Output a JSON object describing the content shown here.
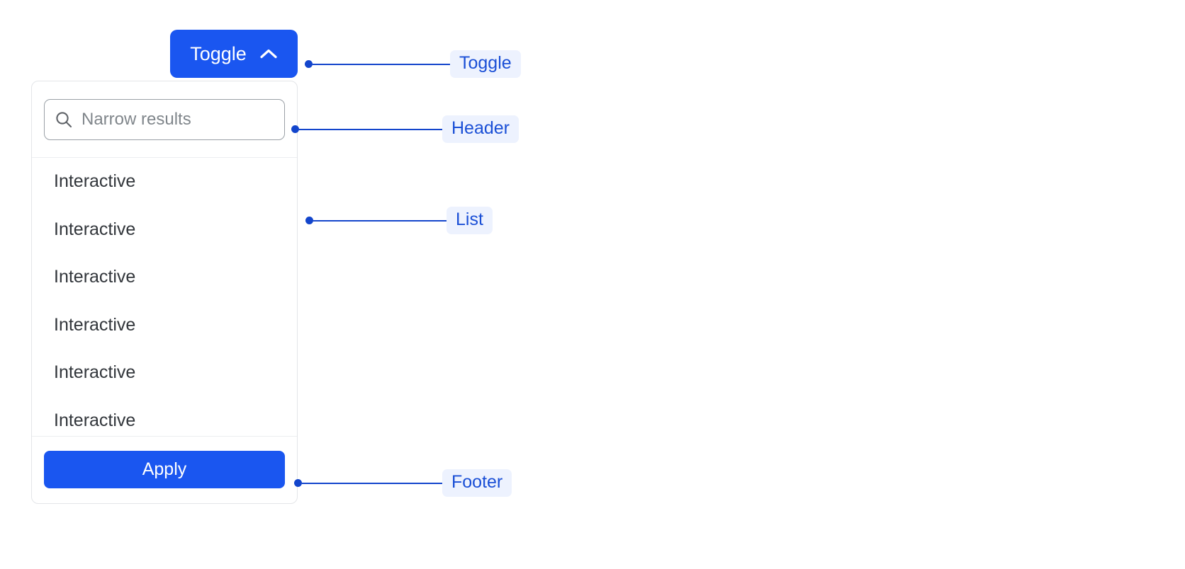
{
  "toggle": {
    "label": "Toggle",
    "icon": "chevron-up-icon",
    "background_color": "#1a56f0",
    "text_color": "#ffffff"
  },
  "panel": {
    "header": {
      "search": {
        "icon": "search-icon",
        "placeholder": "Narrow results",
        "value": ""
      }
    },
    "list": {
      "items": [
        {
          "label": "Interactive"
        },
        {
          "label": "Interactive"
        },
        {
          "label": "Interactive"
        },
        {
          "label": "Interactive"
        },
        {
          "label": "Interactive"
        },
        {
          "label": "Interactive"
        }
      ]
    },
    "footer": {
      "apply_label": "Apply",
      "apply_background_color": "#1a56f0"
    },
    "border_color": "#e3e5e8",
    "divider_color": "#eceef0"
  },
  "annotations": [
    {
      "label": "Toggle"
    },
    {
      "label": "Header"
    },
    {
      "label": "List"
    },
    {
      "label": "Footer"
    }
  ],
  "colors": {
    "accent_blue": "#1a56f0",
    "annotation_line": "#1345cc",
    "annotation_badge_bg": "#edf2fe",
    "annotation_badge_text": "#1a4fd6",
    "list_text": "#32363b",
    "placeholder_text": "#80868b",
    "page_background": "#ffffff"
  }
}
